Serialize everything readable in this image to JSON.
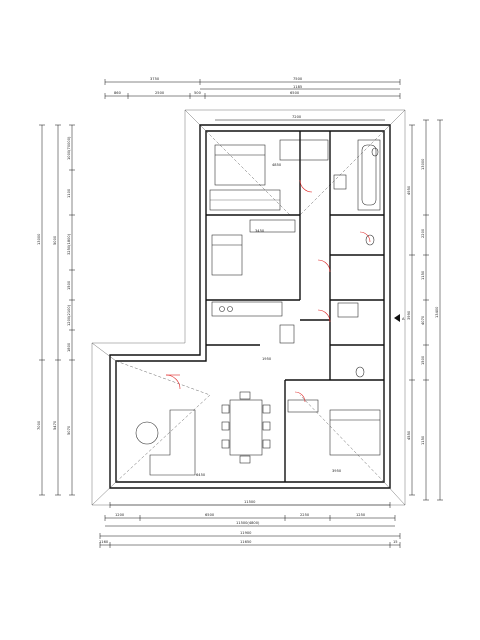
{
  "plan": {
    "dims_top": {
      "row1": [
        "3750",
        "7500"
      ],
      "row2": [
        "1185"
      ],
      "row3": [
        "860",
        "2500",
        "500",
        "6500"
      ],
      "inner": [
        "7200"
      ]
    },
    "dims_bottom": {
      "row1": [
        "11500"
      ],
      "row2": [
        "1200",
        "6500",
        "2250",
        "1250"
      ],
      "row3": [
        "11500(4800)"
      ],
      "row4": [
        "11900"
      ],
      "row5": [
        "1160",
        "11650",
        "15"
      ]
    },
    "dims_left": {
      "outer": [
        "13000",
        "7000"
      ],
      "mid": [
        "5000",
        "5470"
      ],
      "inner": [
        "1000(70000)",
        "1100",
        "3250(1800)",
        "1500",
        "1200(2100)",
        "1800",
        "5070"
      ]
    },
    "dims_right": {
      "outer": [
        "13400"
      ],
      "mid": [
        "13000",
        "2200",
        "1150",
        "4070",
        "1500",
        "1150"
      ],
      "inner": [
        "4950",
        "3990",
        "4550"
      ]
    },
    "rooms": {
      "top_room_dim": "4850",
      "bedroom2_dim": "3450",
      "living_dim": "6450",
      "bedroom_dim": "3950",
      "kitchen_dim": "1950"
    },
    "marker": "A"
  }
}
